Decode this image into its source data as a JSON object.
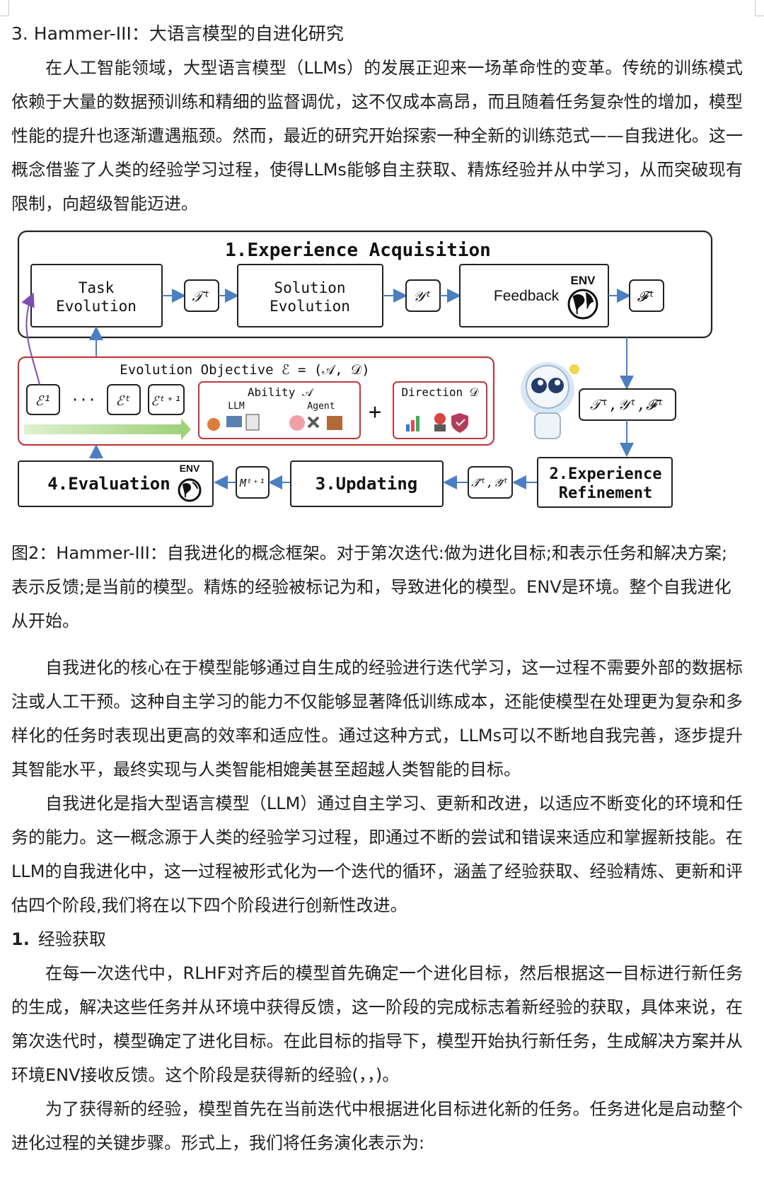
{
  "section_heading": "3. Hammer-III：大语言模型的自进化研究",
  "intro_paragraph": "在人工智能领域，大型语言模型（LLMs）的发展正迎来一场革命性的变革。传统的训练模式依赖于大量的数据预训练和精细的监督调优，这不仅成本高昂，而且随着任务复杂性的增加，模型性能的提升也逐渐遭遇瓶颈。然而，最近的研究开始探索一种全新的训练范式——自我进化。这一概念借鉴了人类的经验学习过程，使得LLMs能够自主获取、精炼经验并从中学习，从而突破现有限制，向超级智能迈进。",
  "figure": {
    "stage1_title": "1.Experience Acquisition",
    "task_evolution": [
      "Task",
      "Evolution"
    ],
    "solution_evolution": [
      "Solution",
      "Evolution"
    ],
    "feedback": "Feedback",
    "env": "ENV",
    "t_token": "𝒯ᵗ",
    "y_token": "𝒴ᵗ",
    "f_token": "𝓕ᵗ",
    "tyf_tokens": "𝒯ᵗ,𝒴ᵗ,𝓕ᵗ",
    "objective_title": "Evolution Objective  ℰ = (𝒜, 𝒟)",
    "e1": "ℰ¹",
    "ellipsis": "···",
    "et": "ℰᵗ",
    "et1": "ℰᵗ⁺¹",
    "ability": "Ability 𝒜",
    "llm": "LLM",
    "agent": "Agent",
    "plus": "+",
    "direction": "Direction 𝒟",
    "stage2_title": [
      "2.Experience",
      "Refinement"
    ],
    "refined_tokens": "𝒯̃ᵗ,𝒴̃ᵗ",
    "stage3_title": "3.Updating",
    "model_token": "Mᵗ⁺¹",
    "stage4_title": "4.Evaluation",
    "colors": {
      "box_stroke": "#222222",
      "arrow": "#4a7fc1",
      "objective_border": "#c0393b",
      "green_arrow": "#b9dfa0",
      "curve": "#7b4fb0"
    }
  },
  "caption": "图2：Hammer-III：自我进化的概念框架。对于第次迭代:做为进化目标;和表示任务和解决方案;表示反馈;是当前的模型。精炼的经验被标记为和，导致进化的模型。ENV是环境。整个自我进化从开始。",
  "paragraph2": "自我进化的核心在于模型能够通过自生成的经验进行迭代学习，这一过程不需要外部的数据标注或人工干预。这种自主学习的能力不仅能够显著降低训练成本，还能使模型在处理更为复杂和多样化的任务时表现出更高的效率和适应性。通过这种方式，LLMs可以不断地自我完善，逐步提升其智能水平，最终实现与人类智能相媲美甚至超越人类智能的目标。",
  "paragraph3": "自我进化是指大型语言模型（LLM）通过自主学习、更新和改进，以适应不断变化的环境和任务的能力。这一概念源于人类的经验学习过程，即通过不断的尝试和错误来适应和掌握新技能。在LLM的自我进化中，这一过程被形式化为一个迭代的循环，涵盖了经验获取、经验精炼、更新和评估四个阶段,我们将在以下四个阶段进行创新性改进。",
  "subheading": {
    "num": "1.",
    "text": "经验获取"
  },
  "paragraph4": "在每一次迭代中，RLHF对齐后的模型首先确定一个进化目标，然后根据这一目标进行新任务的生成，解决这些任务并从环境中获得反馈，这一阶段的完成标志着新经验的获取，具体来说，在第次迭代时，模型确定了进化目标。在此目标的指导下，模型开始执行新任务，生成解决方案并从环境ENV接收反馈。这个阶段是获得新的经验(，，)。",
  "paragraph5": "为了获得新的经验，模型首先在当前迭代中根据进化目标进化新的任务。任务进化是启动整个进化过程的关键步骤。形式上，我们将任务演化表示为:"
}
